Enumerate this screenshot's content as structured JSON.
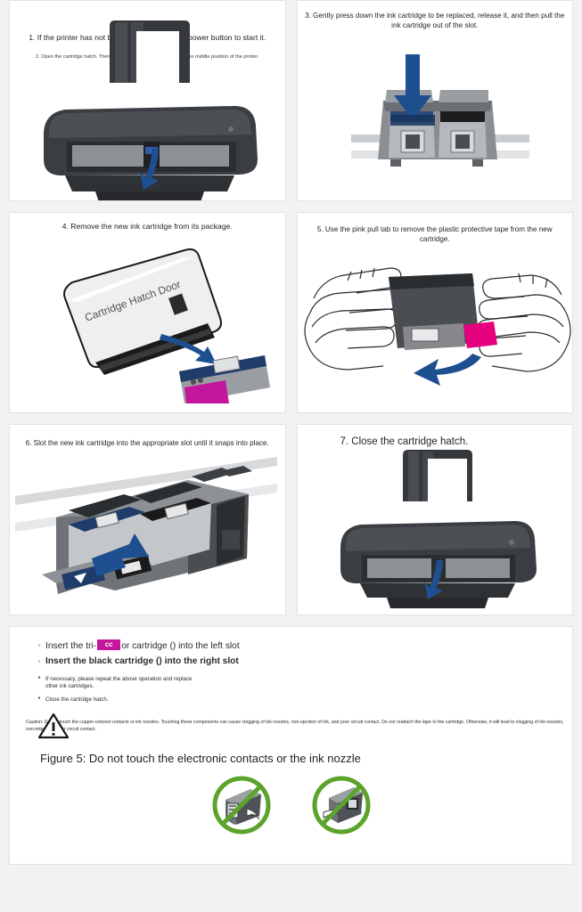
{
  "document": {
    "title": "Ink Cartridge Replacement Instructions"
  },
  "steps": [
    {
      "id": "step-1",
      "number": "1.",
      "text": "1. If the printer has not been started, press the power button to start it.",
      "subtext": "2. Open the cartridge hatch. Then wait for the pen holder to move to the middle position of the printer.",
      "illustration": "printer-front-open-hatch"
    },
    {
      "id": "step-3",
      "number": "3.",
      "text": "3. Gently press down the ink cartridge to be replaced, release it, and then pull the ink cartridge out of the slot.",
      "illustration": "carriage-two-cartridges-press-down"
    },
    {
      "id": "step-4",
      "number": "4.",
      "text": "4. Remove the new ink cartridge from its package.",
      "illustration": "cartridge-package-with-cartridge",
      "package_label": "Cartridge Hatch Door"
    },
    {
      "id": "step-5",
      "number": "5.",
      "text": "5. Use the pink pull tab to remove the plastic protective tape from the new cartridge.",
      "illustration": "hands-pulling-pink-tab"
    },
    {
      "id": "step-6",
      "number": "6.",
      "text": "6. Slot the new ink cartridge into the appropriate slot until it snaps into place.",
      "illustration": "carriage-insert-cartridge"
    },
    {
      "id": "step-7",
      "number": "7.",
      "text": "7. Close the cartridge hatch.",
      "illustration": "printer-front-close-hatch"
    }
  ],
  "summary": {
    "bullets": [
      {
        "marker": "hollow",
        "text_before": "Insert the tri-",
        "text_after": "or cartridge () into the left slot",
        "has_swatch": true,
        "swatch_color": "#c4169c",
        "swatch_glyph": "cc",
        "bold": false
      },
      {
        "marker": "hollow",
        "text": "Insert the black cartridge () into the right slot",
        "bold": true
      }
    ],
    "sub_bullets": [
      {
        "marker": "solid",
        "text": "If necessary, please repeat the above operation and replace other ink cartridges."
      },
      {
        "marker": "solid",
        "text": "Close the cartridge hatch."
      }
    ],
    "caution": "Caution: Do not touch the copper-colored contacts or ink nozzles. Touching these components can cause clogging of ink nozzles, non-ejection of ink, and poor circuit contact. Do not reattach the tape to the cartridge. Otherwise, it will lead to clogging of ink nozzles, non-inkjet and poor circuit contact.",
    "warning_icon": "warning-triangle-icon",
    "figure_caption": "Figure 5: Do not touch the electronic contacts or the ink nozzle",
    "prohibition_icons": [
      {
        "name": "do-not-touch-contacts-icon",
        "color": "#5ba32b"
      },
      {
        "name": "do-not-touch-nozzle-icon",
        "color": "#5ba32b"
      }
    ]
  },
  "colors": {
    "page_background": "#f2f2f2",
    "panel_background": "#ffffff",
    "arrow_blue": "#1d4f91",
    "magenta": "#c4169c",
    "green": "#5ba32b",
    "printer_dark": "#3f4246"
  }
}
